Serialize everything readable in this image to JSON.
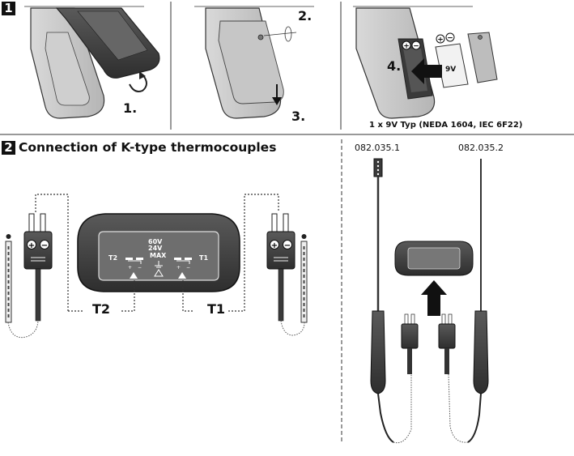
{
  "section1": {
    "number": "1",
    "steps": [
      "1.",
      "2.",
      "3.",
      "4."
    ],
    "battery_label": "9V",
    "battery_note": "1 x 9V Typ (NEDA 1604, IEC 6F22)"
  },
  "section2": {
    "number": "2",
    "title": "Connection of K-type thermocouples",
    "device": {
      "voltage_dc": "60V",
      "voltage_ac": "24V",
      "max_label": "MAX",
      "port_left": "T2",
      "port_right": "T1"
    },
    "lead_left": "T2",
    "lead_right": "T1",
    "probe_left": "082.035.1",
    "probe_right": "082.035.2"
  }
}
